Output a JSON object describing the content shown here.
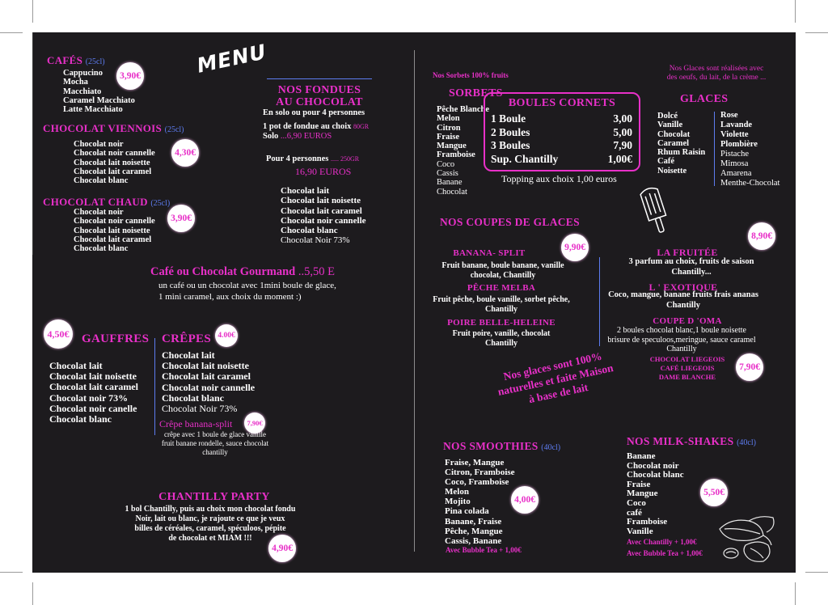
{
  "menu_title": "MENU",
  "cafes": {
    "title": "CAFÉS",
    "size": "(25cl)",
    "price": "3,90€",
    "items": [
      "Cappucino",
      "Mocha",
      "Macchiato",
      "Caramel Macchiato",
      "Latte Macchiato"
    ]
  },
  "viennois": {
    "title": "CHOCOLAT VIENNOIS",
    "size": "(25cl)",
    "price": "4,30€",
    "items": [
      "Chocolat noir",
      "Chocolat noir cannelle",
      "Chocolat lait noisette",
      "Chocolat lait caramel",
      "Chocolat blanc"
    ]
  },
  "chaud": {
    "title": "CHOCOLAT CHAUD",
    "size": "(25cl)",
    "price": "3,90€",
    "items": [
      "Chocolat noir",
      "Chocolat noir cannelle",
      "Chocolat lait noisette",
      "Chocolat lait caramel",
      "Chocolat blanc"
    ]
  },
  "fondues": {
    "title_1": "NOS FONDUES",
    "title_2": "AU CHOCOLAT",
    "subtitle": "En solo ou pour 4 personnes",
    "pot": "1 pot de fondue au choix",
    "pot_size": "80GR",
    "solo_label": "Solo",
    "solo_price": "...6,90 EUROS",
    "four_label": "Pour 4 personnes",
    "four_size": "..... 250GR",
    "four_price": "16,90 EUROS",
    "items": [
      "Chocolat lait",
      "Chocolat lait noisette",
      "Chocolat lait caramel",
      "Chocolat noir cannelle",
      "Chocolat blanc"
    ],
    "last_item": "Chocolat Noir 73%"
  },
  "gourmand": {
    "title": "Café ou Chocolat Gourmand",
    "price": "..5,50 E",
    "line1": "un café ou un chocolat avec 1mini boule de glace,",
    "line2": "1 mini caramel, aux choix du moment :)"
  },
  "gauffres": {
    "title": "GAUFFRES",
    "price": "4,50€",
    "items": [
      "Chocolat lait",
      "Chocolat lait noisette",
      "Chocolat lait caramel",
      "Chocolat noir 73%",
      "Chocolat noir canelle",
      "Chocolat blanc"
    ]
  },
  "crepes": {
    "title": "CRÊPES",
    "price": "4.00€",
    "items": [
      "Chocolat lait",
      "Chocolat lait noisette",
      "Chocolat lait caramel",
      "Chocolat noir cannelle",
      "Chocolat blanc"
    ],
    "last_item": "Chocolat Noir 73%",
    "banana_title": "Crêpe banana-split",
    "banana_price": "7,90€",
    "banana_line1": "crêpe avec 1 boule de glace vanille",
    "banana_line2": "fruit banane rondelle, sauce chocolat",
    "banana_line3": "chantilly"
  },
  "chantilly_party": {
    "title": "CHANTILLY PARTY",
    "lines": [
      "1 bol Chantilly, puis au choix mon chocolat fondu",
      "Noir, lait ou blanc, je rajoute ce que je veux",
      "billes de céréales, caramel, spéculoos, pépite",
      "de chocolat et MIAM !!!"
    ],
    "price": "4,90€"
  },
  "sorbets": {
    "note": "Nos Sorbets 100% fruits",
    "title": "SORBETS",
    "bold_items": [
      "Pêche Blanche",
      "Melon",
      "Citron",
      "Fraise",
      "Mangue",
      "Framboise"
    ],
    "items": [
      "Coco",
      "Cassis",
      "Banane",
      "Chocolat"
    ]
  },
  "boules": {
    "title": "BOULES CORNETS",
    "rows": [
      {
        "label": "1 Boule",
        "price": "3,00"
      },
      {
        "label": "2 Boules",
        "price": "5,00"
      },
      {
        "label": "3 Boules",
        "price": "7,90"
      },
      {
        "label": "Sup. Chantilly",
        "price": "1,00€"
      }
    ],
    "topping": "Topping  aux choix 1,00  euros"
  },
  "glaces": {
    "note_1": "Nos Glaces sont réalisées avec",
    "note_2": "des oeufs, du lait, de la crème ...",
    "title": "GLACES",
    "col1": [
      "Dolcé",
      "Vanille",
      "Chocolat",
      "Caramel",
      "Rhum Raisin",
      "Café",
      "Noisette"
    ],
    "col2_bold": [
      "Rose",
      "Lavande",
      "Violette",
      "Plombière"
    ],
    "col2": [
      "Pistache",
      "Mimosa",
      "Amarena",
      "Menthe-Chocolat"
    ]
  },
  "coupes": {
    "title": "NOS COUPES DE GLACES",
    "banana_title": "BANANA- SPLIT",
    "banana_price": "9,90€",
    "banana_lines": [
      "Fruit banane, boule banane, vanille",
      "chocolat, Chantilly"
    ],
    "melba_title": "PÊCHE MELBA",
    "melba_lines": [
      "Fruit pêche, boule vanille, sorbet pêche,",
      "Chantilly"
    ],
    "helene_title": "POIRE BELLE-HELEINE",
    "helene_lines": [
      "Fruit poire, vanille, chocolat",
      "Chantilly"
    ],
    "price_2": "8,90€",
    "fruitee_title": "LA FRUITÉE",
    "fruitee_lines": [
      "3 parfum au choix, fruits de saison",
      "Chantilly..."
    ],
    "exotique_title": "L ' EXOTIQUE",
    "exotique_lines": [
      "Coco, mangue, banane fruits frais ananas",
      "Chantilly"
    ],
    "oma_title": "COUPE D 'OMA",
    "oma_lines": [
      "2 boules chocolat blanc,1 boule noisette",
      "brisure de speculoos,meringue, sauce caramel",
      "Chantilly"
    ],
    "liegeois": [
      "CHOCOLAT LIEGEOIS",
      "CAFÉ LIEGEOIS",
      "DAME BLANCHE"
    ],
    "price_3": "7,90€"
  },
  "slogan": [
    "Nos glaces sont 100%",
    "naturelles et faite Maison",
    "à base de lait"
  ],
  "smoothies": {
    "title": "NOS SMOOTHIES",
    "size": "(40cl)",
    "price": "4,00€",
    "items": [
      "Fraise, Mangue",
      "Citron, Framboise",
      "Coco, Framboise",
      "Melon",
      "Mojito",
      "Pina colada",
      "Banane, Fraise",
      "Pêche, Mangue",
      "Cassis, Banane"
    ],
    "extra": "Avec Bubble Tea + 1,00€"
  },
  "milkshakes": {
    "title": "NOS MILK-SHAKES",
    "size": "(40cl)",
    "price": "5,50€",
    "items": [
      "Banane",
      "Chocolat noir",
      "Chocolat blanc",
      "Fraise",
      "Mangue",
      "Coco",
      "café",
      "Framboise",
      "Vanille"
    ],
    "extra_1": "Avec Chantilly + 1,00€",
    "extra_2": "Avec Bubble Tea + 1,00€"
  }
}
